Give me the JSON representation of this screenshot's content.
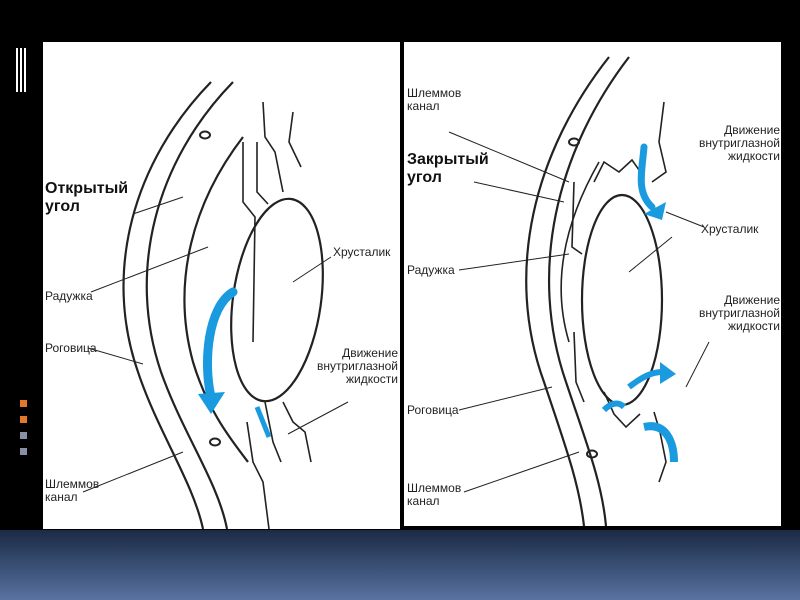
{
  "left_panel": {
    "open_angle": "Открытый\nугол",
    "iris": "Радужка",
    "cornea": "Роговица",
    "schlemm": "Шлеммов\nканал",
    "lens": "Хрусталик",
    "fluid": "Движение\nвнутриглазной\nжидкости"
  },
  "right_panel": {
    "schlemm_top": "Шлеммов\nканал",
    "closed_angle": "Закрытый\nугол",
    "iris": "Радужка",
    "cornea": "Роговица",
    "schlemm_bottom": "Шлеммов\nканал",
    "lens": "Хрусталик",
    "fluid_top": "Движение\nвнутриглазной\nжидкости",
    "fluid_bottom": "Движение\nвнутриглазной\nжидкости"
  },
  "colors": {
    "arrow": "#1a9be0",
    "line": "#222222",
    "panel": "#ffffff",
    "background": "#000000",
    "accent_square_orange": "#e07a2a",
    "accent_square_grey": "#8a8fa8"
  },
  "icons": [
    "fluid-flow-arrow-icon",
    "pointer-line-icon"
  ]
}
